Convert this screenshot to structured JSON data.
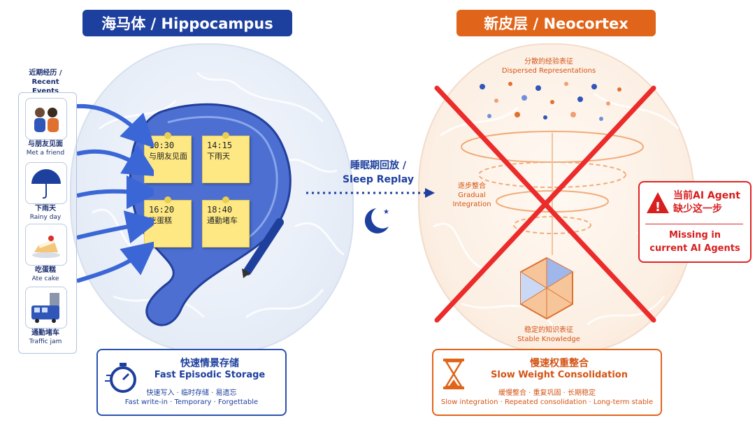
{
  "hippocampus": {
    "title": "海马体 / Hippocampus",
    "recent": {
      "cn": "近期经历 /",
      "en": "Recent Events"
    },
    "events": [
      {
        "cn": "与朋友见面",
        "en": "Met a friend",
        "icon": "meeting-icon"
      },
      {
        "cn": "下雨天",
        "en": "Rainy day",
        "icon": "umbrella-icon"
      },
      {
        "cn": "吃蛋糕",
        "en": "Ate cake",
        "icon": "cake-icon"
      },
      {
        "cn": "通勤堵车",
        "en": "Traffic jam",
        "icon": "bus-icon"
      }
    ],
    "notes": [
      {
        "time": "10:30",
        "text": "与朋友见面"
      },
      {
        "time": "14:15",
        "text": "下雨天"
      },
      {
        "time": "16:20",
        "text": "吃蛋糕"
      },
      {
        "time": "18:40",
        "text": "通勤堵车"
      }
    ],
    "box": {
      "cn": "快速情景存储",
      "en": "Fast Episodic Storage",
      "sub_cn": "快速写入 · 临时存储 · 易遗忘",
      "sub_en": "Fast write-in · Temporary · Forgettable"
    }
  },
  "replay": {
    "cn": "睡眠期回放 /",
    "en": "Sleep Replay"
  },
  "neocortex": {
    "title": "新皮层 / Neocortex",
    "dispersed": {
      "cn": "分散的经验表征",
      "en": "Dispersed Representations"
    },
    "gradual": {
      "cn": "逐步整合",
      "en": "Gradual Integration"
    },
    "stable": {
      "cn": "稳定的知识表征",
      "en": "Stable Knowledge"
    },
    "box": {
      "cn": "慢速权重整合",
      "en": "Slow Weight Consolidation",
      "sub_cn": "缓慢整合 · 重复巩固 · 长期稳定",
      "sub_en": "Slow integration · Repeated consolidation · Long-term stable"
    }
  },
  "warning": {
    "cn1": "当前AI Agent",
    "cn2": "缺少这一步",
    "en1": "Missing in",
    "en2": "current AI Agents"
  },
  "colors": {
    "blue": "#1d3f9e",
    "orange": "#e06419",
    "red": "#e02424"
  }
}
